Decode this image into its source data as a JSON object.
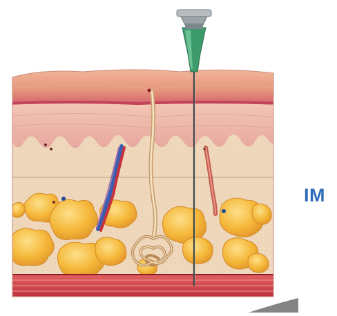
{
  "diagram": {
    "title": "",
    "route_label": "IM",
    "colors": {
      "label": "#2f6db8",
      "epidermis": "#e0a88c",
      "dermis": "#eebca8",
      "subcutaneous_tissue": "#f1dcc0",
      "fat": "#f2b63a",
      "muscle": "#c6303a",
      "needle_hub": "#3a9a6a"
    },
    "layers": [
      "epidermis",
      "dermis",
      "subcutaneous-tissue",
      "muscle"
    ],
    "needle_depth": "muscle"
  }
}
